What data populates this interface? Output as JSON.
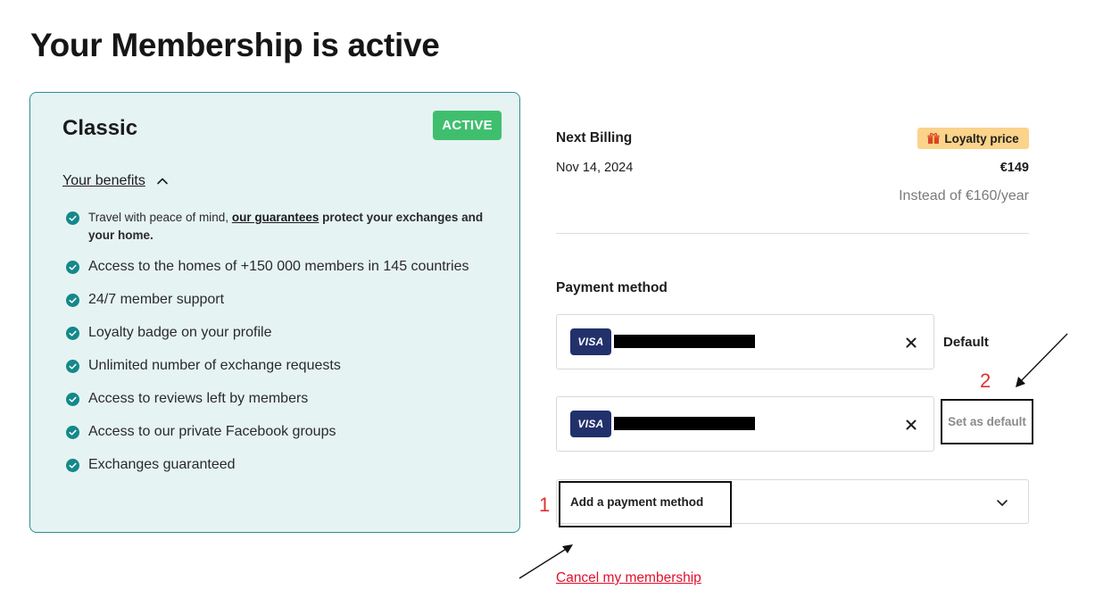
{
  "page": {
    "title": "Your Membership is active"
  },
  "plan": {
    "name": "Classic",
    "status": "ACTIVE",
    "benefits_toggle": "Your benefits",
    "benefit_intro": "Travel with peace of mind, ",
    "benefit_link": "our guarantees",
    "benefit_rest": " protect your exchanges and your home.",
    "benefits": [
      "Access to the homes of +150 000 members in 145 countries",
      "24/7 member support",
      "Loyalty badge on your profile",
      "Unlimited number of exchange requests",
      "Access to reviews left by members",
      "Access to our private Facebook groups",
      "Exchanges guaranteed"
    ]
  },
  "billing": {
    "label": "Next Billing",
    "badge": "Loyalty price",
    "date": "Nov 14, 2024",
    "price": "€149",
    "instead": "Instead of €160/year"
  },
  "payment": {
    "label": "Payment method",
    "cards": [
      {
        "brand": "VISA",
        "status": "Default"
      },
      {
        "brand": "VISA",
        "action": "Set as default"
      }
    ],
    "add_label": "Add a payment method"
  },
  "cancel_label": "Cancel my membership",
  "annotations": {
    "one": "1",
    "two": "2"
  },
  "colors": {
    "accent_teal": "#2f8f8f",
    "active_green": "#3fbf6e",
    "loyalty_yellow": "#fbd38a",
    "cancel_red": "#e0102d"
  }
}
